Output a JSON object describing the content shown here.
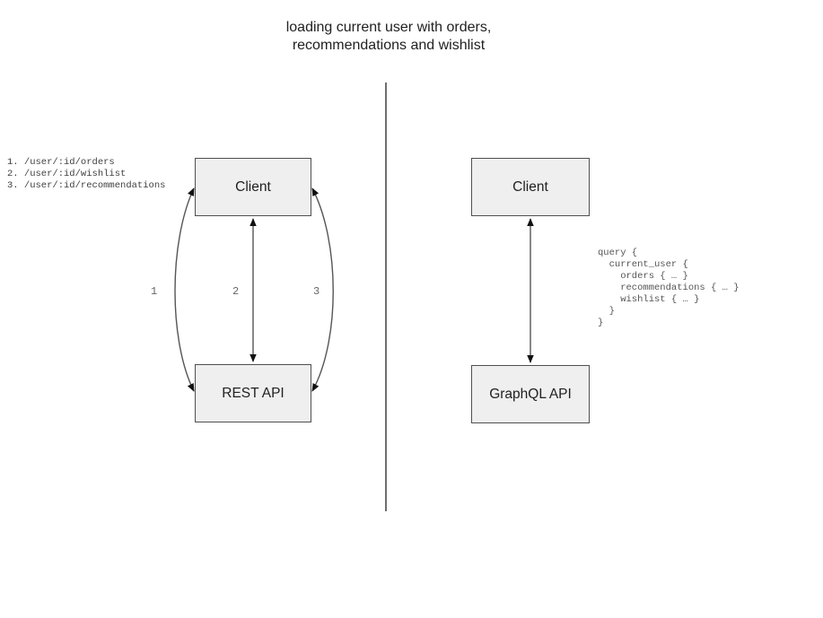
{
  "title": {
    "line1": "loading current user with orders,",
    "line2": "recommendations and wishlist"
  },
  "rest_panel": {
    "client_label": "Client",
    "api_label": "REST API",
    "endpoints": [
      "1. /user/:id/orders",
      "2. /user/:id/wishlist",
      "3. /user/:id/recommendations"
    ],
    "arrow_labels": [
      "1",
      "2",
      "3"
    ]
  },
  "graphql_panel": {
    "client_label": "Client",
    "api_label": "GraphQL API",
    "query_lines": [
      "query {",
      "  current_user {",
      "    orders { … }",
      "    recommendations { … }",
      "    wishlist { … }",
      "  }",
      "}"
    ]
  },
  "colors": {
    "box_fill": "#efefef",
    "box_border": "#4f4f4f",
    "arrow_stroke": "#555555",
    "arrowhead": "#111111",
    "divider": "#6e6e6e",
    "title_text": "#212121",
    "box_label": "#212121",
    "endpoints_text": "#3f3f3f",
    "query_text": "#555555",
    "arrow_number": "#666666"
  }
}
